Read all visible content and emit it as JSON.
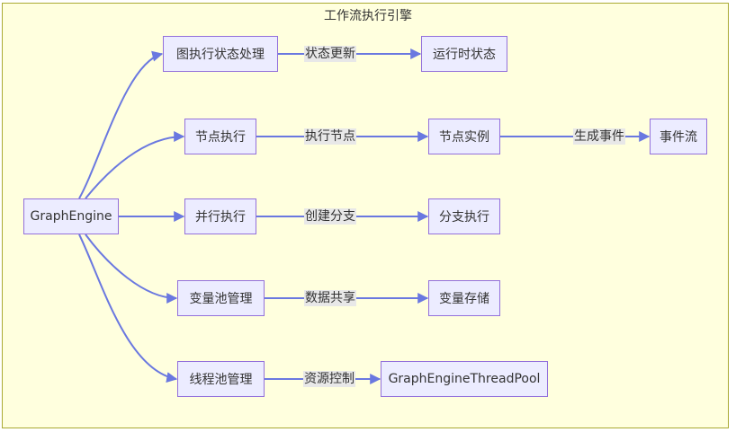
{
  "subgraph": {
    "title": "工作流执行引擎"
  },
  "nodes": {
    "engine": "GraphEngine",
    "graph_state": "图执行状态处理",
    "runtime_state": "运行时状态",
    "node_exec": "节点执行",
    "node_instance": "节点实例",
    "event_stream": "事件流",
    "parallel": "并行执行",
    "branch_exec": "分支执行",
    "var_pool": "变量池管理",
    "var_store": "变量存储",
    "thread_pool": "线程池管理",
    "thread_pool_class": "GraphEngineThreadPool"
  },
  "edge_labels": {
    "state_update": "状态更新",
    "exec_node": "执行节点",
    "gen_event": "生成事件",
    "create_branch": "创建分支",
    "data_share": "数据共享",
    "resource_ctrl": "资源控制"
  },
  "colors": {
    "node_fill": "#ececff",
    "node_border": "#9370db",
    "edge": "#6a78e0",
    "subgraph_fill": "#ffffde",
    "subgraph_border": "#aaaa33"
  }
}
